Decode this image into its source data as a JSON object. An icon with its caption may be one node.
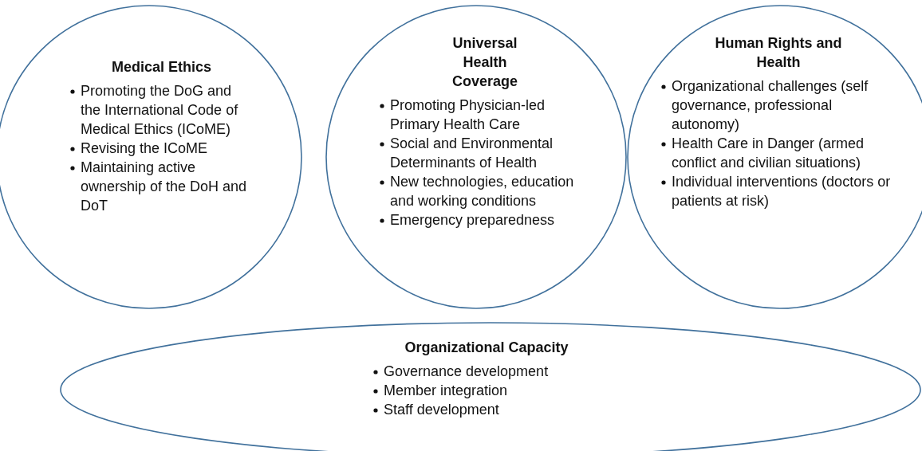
{
  "diagram": {
    "nodes": [
      {
        "text": [
          "Medical Ethics",
          "Promoting the DoG and the International Code of Medical Ethics (ICoME)",
          "Revising the ICoME",
          "Maintaining active ownership of the DoH and DoT"
        ]
      },
      {
        "text": [
          "Universal Health Coverage",
          "Promoting Physician-led Primary Health Care",
          "Social and Environmental Determinants of Health",
          "New technologies, education and working conditions",
          "Emergency preparedness"
        ]
      },
      {
        "text": [
          "Human Rights and Health",
          "Organizational challenges (self governance, professional autonomy)",
          "Health Care in Danger (armed conflict and civilian situations)",
          "Individual interventions (doctors or patients at risk)"
        ]
      },
      {
        "text": [
          "Organizational Capacity",
          "Governance development",
          "Member integration",
          "Staff development"
        ]
      }
    ]
  }
}
